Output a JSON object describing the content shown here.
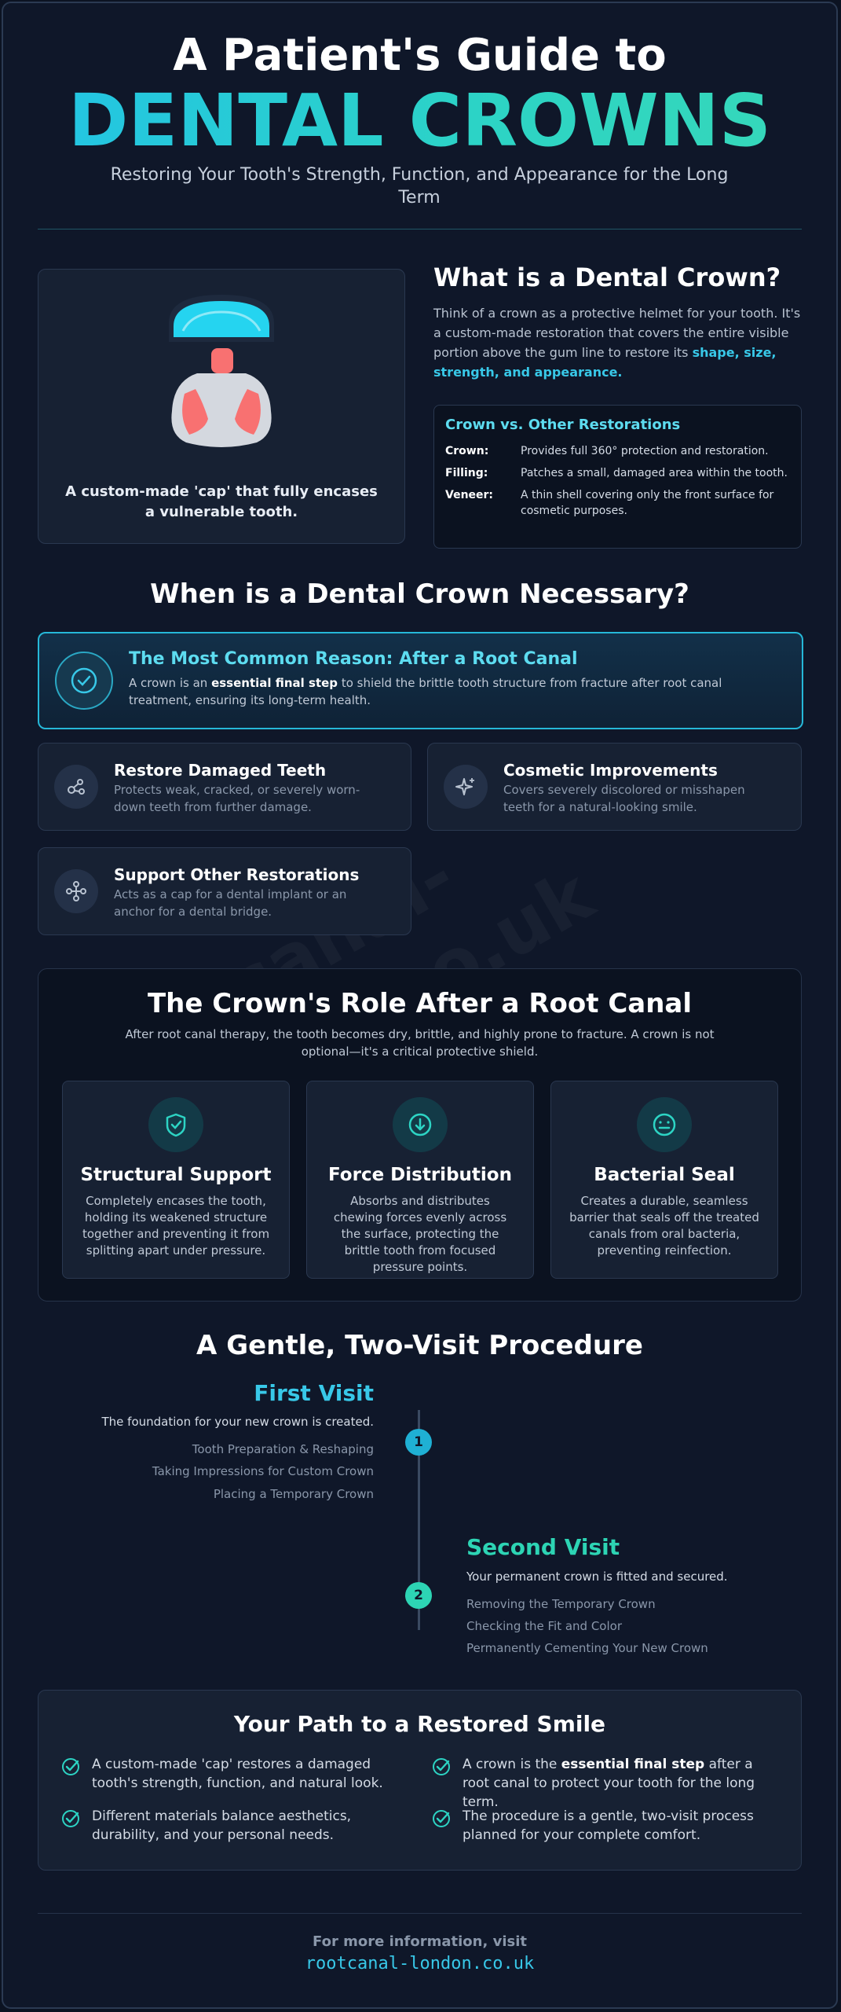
{
  "header": {
    "title_line1": "A Patient's Guide to",
    "title_line2": "DENTAL CROWNS",
    "subtitle": "Restoring Your Tooth's Strength, Function, and Appearance for the Long Term"
  },
  "intro": {
    "image_caption": "A custom-made 'cap' that fully encases a vulnerable tooth.",
    "heading": "What is a Dental Crown?",
    "body_before": "Think of a crown as a protective helmet for your tooth. It's a custom-made restoration that covers the entire visible portion above the gum line to restore its ",
    "body_highlight": "shape, size, strength, and appearance.",
    "comparison": {
      "title": "Crown vs. Other Restorations",
      "rows": [
        {
          "term": "Crown:",
          "desc": "Provides full 360° protection and restoration."
        },
        {
          "term": "Filling:",
          "desc": "Patches a small, damaged area within the tooth."
        },
        {
          "term": "Veneer:",
          "desc": "A thin shell covering only the front surface for cosmetic purposes."
        }
      ]
    }
  },
  "necessary": {
    "heading": "When is a Dental Crown Necessary?",
    "highlight": {
      "title": "The Most Common Reason: After a Root Canal",
      "desc_before": "A crown is an ",
      "desc_bold": "essential final step",
      "desc_after": " to shield the brittle tooth structure from fracture after root canal treatment, ensuring its long-term health."
    },
    "items": [
      {
        "title": "Restore Damaged Teeth",
        "desc": "Protects weak, cracked, or severely worn-down teeth from further damage.",
        "icon": "molecule-icon"
      },
      {
        "title": "Cosmetic Improvements",
        "desc": "Covers severely discolored or misshapen teeth for a natural-looking smile.",
        "icon": "sparkle-icon"
      },
      {
        "title": "Support Other Restorations",
        "desc": "Acts as a cap for a dental implant or an anchor for a dental bridge.",
        "icon": "network-icon"
      }
    ]
  },
  "role": {
    "heading": "The Crown's Role After a Root Canal",
    "intro": "After root canal therapy, the tooth becomes dry, brittle, and highly prone to fracture. A crown is not optional—it's a critical protective shield.",
    "cards": [
      {
        "title": "Structural Support",
        "desc": "Completely encases the tooth, holding its weakened structure together and preventing it from splitting apart under pressure.",
        "icon": "shield-check-icon"
      },
      {
        "title": "Force Distribution",
        "desc": "Absorbs and distributes chewing forces evenly across the surface, protecting the brittle tooth from focused pressure points.",
        "icon": "arrow-down-circle-icon"
      },
      {
        "title": "Bacterial Seal",
        "desc": "Creates a durable, seamless barrier that seals off the treated canals from oral bacteria, preventing reinfection.",
        "icon": "face-icon"
      }
    ]
  },
  "procedure": {
    "heading": "A Gentle, Two-Visit Procedure",
    "visits": [
      {
        "number": "1",
        "title": "First Visit",
        "subtitle": "The foundation for your new crown is created.",
        "steps": [
          "Tooth Preparation & Reshaping",
          "Taking Impressions for Custom Crown",
          "Placing a Temporary Crown"
        ],
        "color": "#38c8e8"
      },
      {
        "number": "2",
        "title": "Second Visit",
        "subtitle": "Your permanent crown is fitted and secured.",
        "steps": [
          "Removing the Temporary Crown",
          "Checking the Fit and Color",
          "Permanently Cementing Your New Crown"
        ],
        "color": "#2dd4b4"
      }
    ]
  },
  "summary": {
    "heading": "Your Path to a Restored Smile",
    "points": [
      {
        "text": "A custom-made 'cap' restores a damaged tooth's strength, function, and natural look."
      },
      {
        "before": "A crown is the ",
        "bold": "essential final step",
        "after": " after a root canal to protect your tooth for the long term."
      },
      {
        "text": "Different materials balance aesthetics, durability, and your personal needs."
      },
      {
        "text": "The procedure is a gentle, two-visit process planned for your complete comfort."
      }
    ]
  },
  "footer": {
    "label": "For more information, visit",
    "url": "rootcanal-london.co.uk"
  },
  "watermark": "rootcanal-london.co.uk",
  "colors": {
    "accent_cyan": "#38c8e8",
    "accent_teal": "#2dd4c4",
    "background": "#0f1729"
  }
}
